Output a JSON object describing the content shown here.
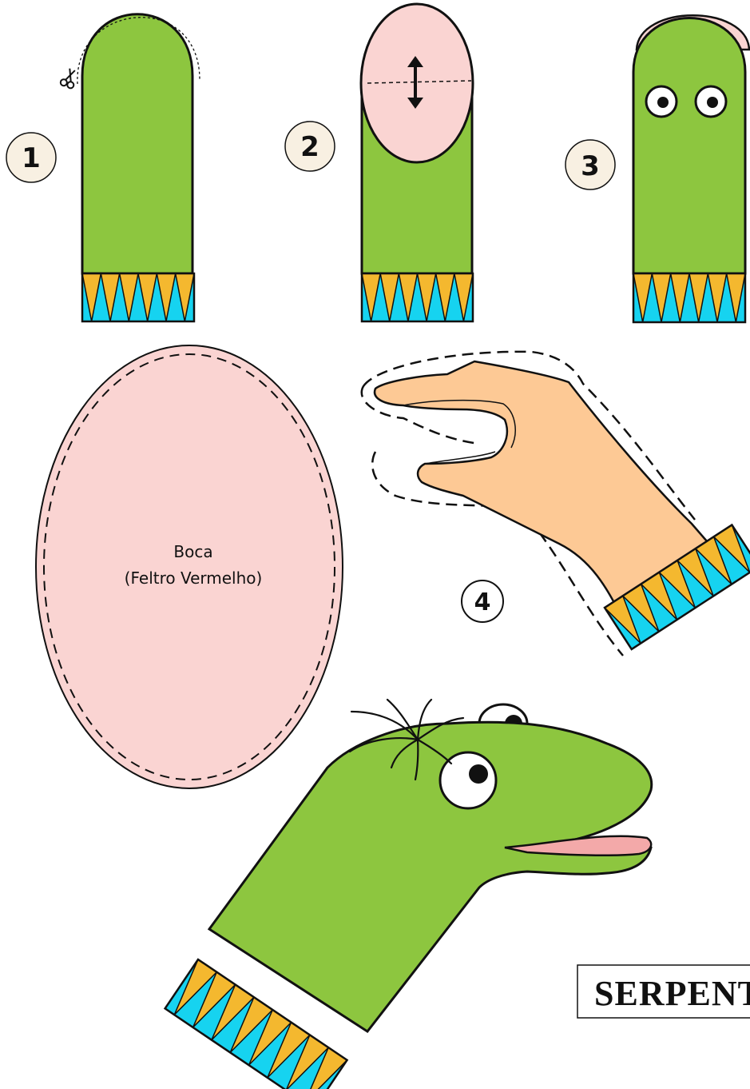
{
  "colors": {
    "sock_green": "#8dc63f",
    "mouth_pink": "#fad4d2",
    "cuff_yellow": "#f4b82f",
    "cuff_cyan": "#16d3f0",
    "skin": "#fdc995",
    "outline": "#111111",
    "step_badge": "#f8f0e2"
  },
  "steps": [
    {
      "number": "1",
      "icon": "scissors-icon"
    },
    {
      "number": "2",
      "icon": "double-arrow-icon"
    },
    {
      "number": "3",
      "icon": "eyes"
    },
    {
      "number": "4",
      "icon": "hand-icon"
    }
  ],
  "mouth_template": {
    "line1": "Boca",
    "line2": "(Feltro Vermelho)"
  },
  "title": "SERPENTE"
}
